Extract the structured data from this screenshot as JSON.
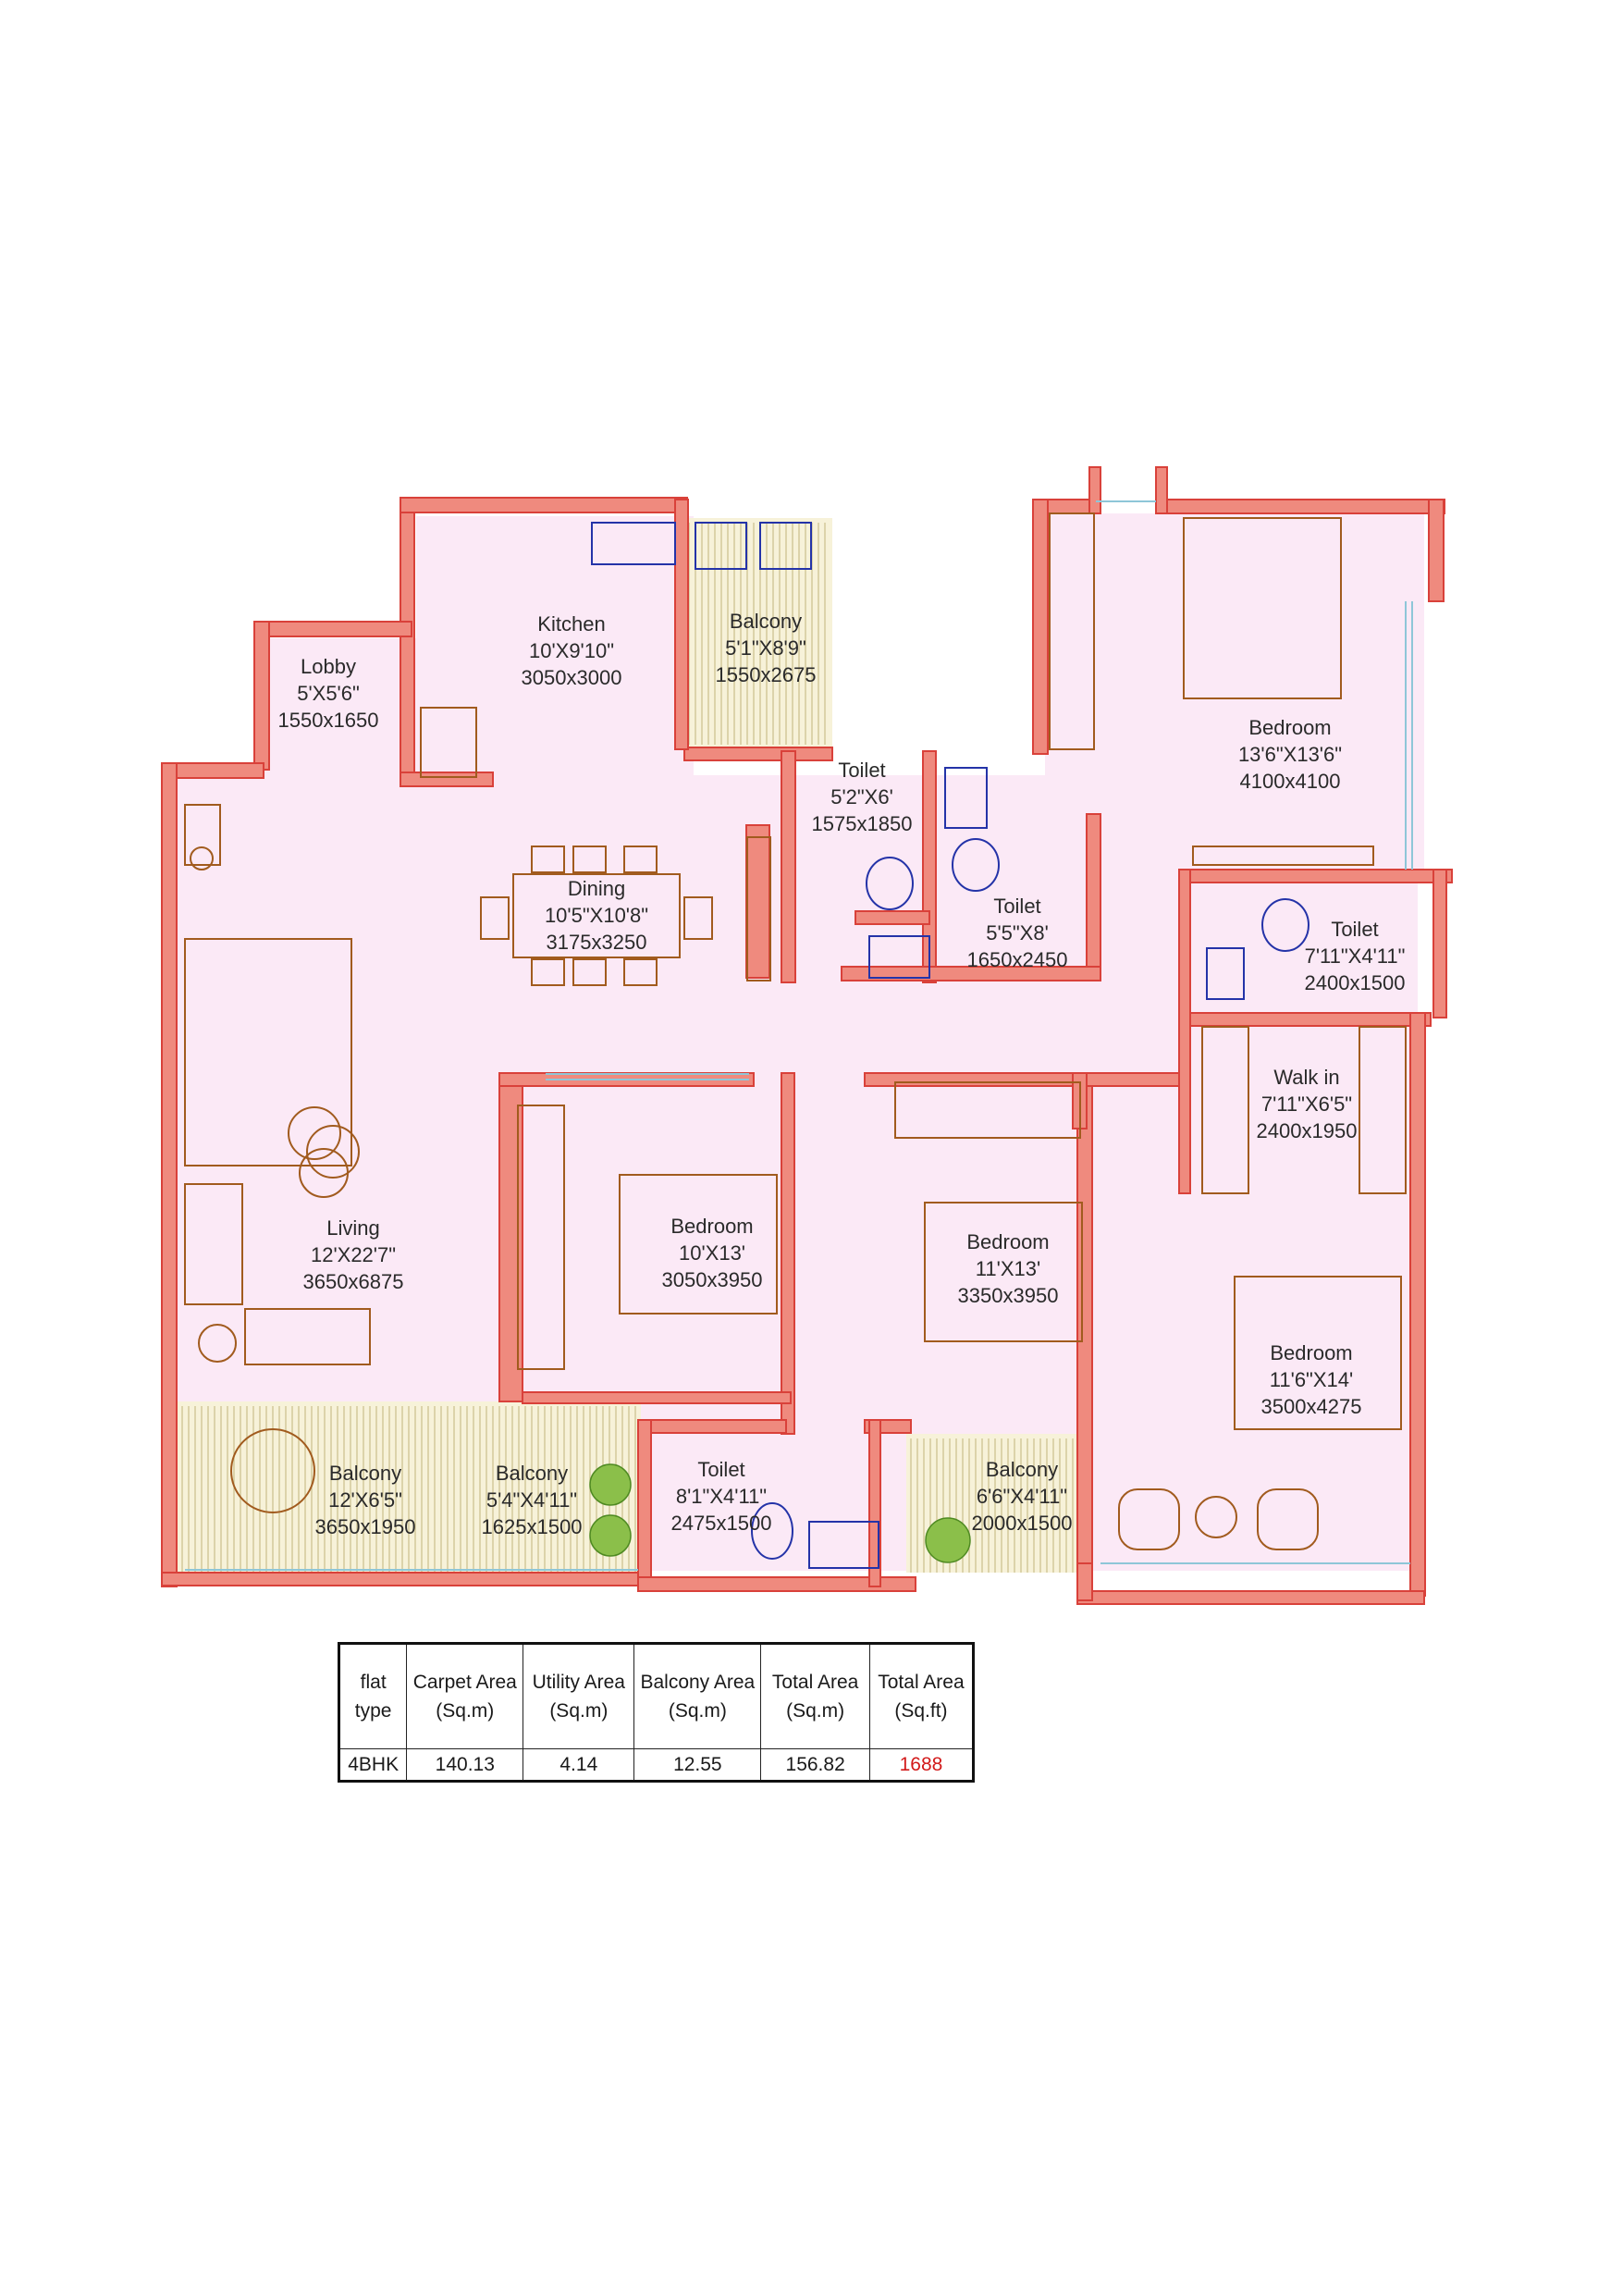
{
  "rooms": {
    "lobby": {
      "name": "Lobby",
      "size_ft": "5'X5'6\"",
      "size_mm": "1550x1650"
    },
    "kitchen": {
      "name": "Kitchen",
      "size_ft": "10'X9'10\"",
      "size_mm": "3050x3000"
    },
    "balcony_util": {
      "name": "Balcony",
      "size_ft": "5'1\"X8'9\"",
      "size_mm": "1550x2675"
    },
    "dining": {
      "name": "Dining",
      "size_ft": "10'5\"X10'8\"",
      "size_mm": "3175x3250"
    },
    "toilet_a": {
      "name": "Toilet",
      "size_ft": "5'2\"X6'",
      "size_mm": "1575x1850"
    },
    "toilet_b": {
      "name": "Toilet",
      "size_ft": "5'5\"X8'",
      "size_mm": "1650x2450"
    },
    "master_bed": {
      "name": "Bedroom",
      "size_ft": "13'6\"X13'6\"",
      "size_mm": "4100x4100"
    },
    "toilet_c": {
      "name": "Toilet",
      "size_ft": "7'11\"X4'11\"",
      "size_mm": "2400x1500"
    },
    "walkin": {
      "name": "Walk in",
      "size_ft": "7'11\"X6'5\"",
      "size_mm": "2400x1950"
    },
    "living": {
      "name": "Living",
      "size_ft": "12'X22'7\"",
      "size_mm": "3650x6875"
    },
    "bed_2": {
      "name": "Bedroom",
      "size_ft": "10'X13'",
      "size_mm": "3050x3950"
    },
    "bed_3": {
      "name": "Bedroom",
      "size_ft": "11'X13'",
      "size_mm": "3350x3950"
    },
    "bed_4": {
      "name": "Bedroom",
      "size_ft": "11'6\"X14'",
      "size_mm": "3500x4275"
    },
    "balcony_a": {
      "name": "Balcony",
      "size_ft": "12'X6'5\"",
      "size_mm": "3650x1950"
    },
    "balcony_b": {
      "name": "Balcony",
      "size_ft": "5'4\"X4'11\"",
      "size_mm": "1625x1500"
    },
    "toilet_d": {
      "name": "Toilet",
      "size_ft": "8'1\"X4'11\"",
      "size_mm": "2475x1500"
    },
    "balcony_c": {
      "name": "Balcony",
      "size_ft": "6'6\"X4'11\"",
      "size_mm": "2000x1500"
    }
  },
  "area_table": {
    "headers": [
      "flat type",
      "Carpet Area (Sq.m)",
      "Utility Area (Sq.m)",
      "Balcony Area (Sq.m)",
      "Total Area (Sq.m)",
      "Total Area (Sq.ft)"
    ],
    "row": [
      "4BHK",
      "140.13",
      "4.14",
      "12.55",
      "156.82",
      "1688"
    ]
  },
  "colors": {
    "wall": "#ef8a7e",
    "wall_stroke": "#d9413a",
    "floor": "#fbe9f6",
    "balcony_floor": "#f7f2d9",
    "furniture": "#a15b1e",
    "fixture": "#2433a8",
    "highlight": "#d21a1a"
  }
}
